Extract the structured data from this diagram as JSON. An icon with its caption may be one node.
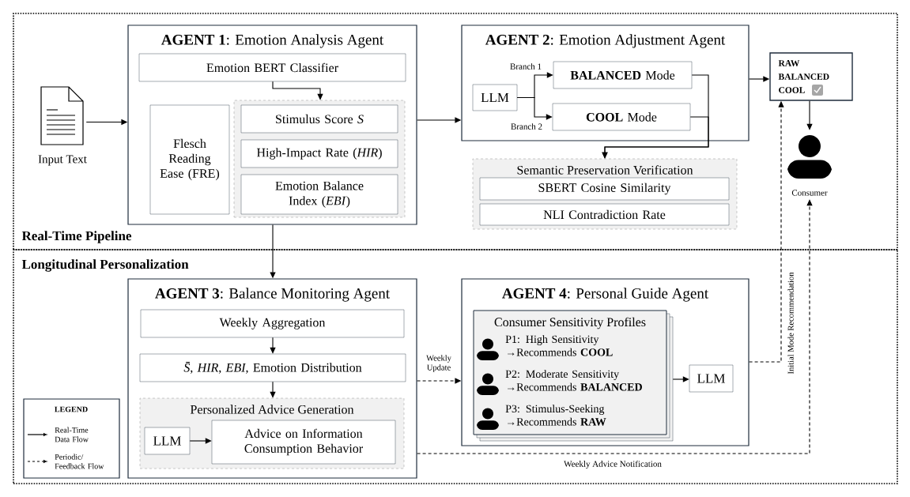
{
  "diagram": {
    "nodes": [
      {
        "text": [
          "Real-Time Pipeline"
        ]
      },
      {
        "text": [
          "Longitudinal Personalization"
        ]
      },
      {
        "text": [
          "Input Text"
        ],
        "in": 0
      },
      {
        "text": [
          "**AGENT 1**: Emotion Analysis Agent"
        ],
        "in": 0
      },
      {
        "text": [
          "Emotion BERT Classifier"
        ],
        "in": 3
      },
      {
        "text": [
          "Flesch Reading Ease (FRE)"
        ],
        "in": 3
      },
      {
        "text": [],
        "shape": "box",
        "in": 3
      },
      {
        "text": [
          "Stimulus Score *S*"
        ],
        "in": 6
      },
      {
        "text": [
          "High-Impact Rate (*HIR*)"
        ],
        "in": 6
      },
      {
        "text": [
          "Emotion Balance Index (*EBI*)"
        ],
        "in": 6
      },
      {
        "text": [
          "**AGENT 2**: Emotion Adjustment Agent"
        ],
        "in": 0
      },
      {
        "text": [
          "LLM"
        ],
        "in": 10
      },
      {
        "text": [
          "**BALANCED** Mode"
        ],
        "in": 10
      },
      {
        "text": [
          "**COOL** Mode"
        ],
        "in": 10
      },
      {
        "text": [
          "Semantic Preservation Verification"
        ],
        "in": 0
      },
      {
        "text": [
          "SBERT Cosine Similarity"
        ],
        "in": 14
      },
      {
        "text": [
          "NLI Contradiction Rate"
        ],
        "in": 14
      },
      {
        "text": [
          "RAW",
          "BALANCED",
          "COOL"
        ],
        "in": 0
      },
      {
        "text": [
          "Consumer"
        ],
        "in": 0
      },
      {
        "text": [
          "**AGENT 3**: Balance Monitoring Agent"
        ],
        "in": 1
      },
      {
        "text": [
          "Weekly Aggregation"
        ],
        "in": 19
      },
      {
        "text": [
          "*S̄*, *HIR*, *EBI*, Emotion Distribution"
        ],
        "in": 19
      },
      {
        "text": [
          "Personalized Advice Generation"
        ],
        "in": 19
      },
      {
        "text": [
          "LLM"
        ],
        "in": 22
      },
      {
        "text": [
          "Advice on Information Consumption Behavior"
        ],
        "in": 22
      },
      {
        "text": [
          "**AGENT 4**: Personal Guide Agent"
        ],
        "in": 1
      },
      {
        "text": [
          "Consumer Sensitivity Profiles",
          "P1: High Sensitivity →Recommends **COOL**",
          "P2: Moderate Sensitivity →Recommends **BALANCED**",
          "P3: Stimulus-Seeking →Recommends **RAW**"
        ],
        "in": 25
      },
      {
        "text": [
          "LLM"
        ],
        "in": 25
      }
    ],
    "edges": [
      {
        "from": 2,
        "to": 3,
        "arrow": "to"
      },
      {
        "from": 4,
        "to": 6,
        "arrow": "to"
      },
      {
        "from": 3,
        "to": 10,
        "arrow": "to"
      },
      {
        "from": 11,
        "to": 12,
        "arrow": "to",
        "label": "Branch 1"
      },
      {
        "from": 11,
        "to": 13,
        "arrow": "to",
        "label": "Branch 2"
      },
      {
        "from": 12,
        "to": 14,
        "arrow": "to"
      },
      {
        "from": 13,
        "to": 14,
        "arrow": "to"
      },
      {
        "from": 10,
        "to": 17,
        "arrow": "to"
      },
      {
        "from": 17,
        "to": 18,
        "arrow": "to"
      },
      {
        "from": 3,
        "to": 19,
        "arrow": "to"
      },
      {
        "from": 20,
        "to": 21,
        "arrow": "to"
      },
      {
        "from": 21,
        "to": 22,
        "arrow": "to"
      },
      {
        "from": 23,
        "to": 24,
        "arrow": "to"
      },
      {
        "from": 19,
        "to": 25,
        "arrow": "to",
        "style": "dashed",
        "label": "Weekly Update"
      },
      {
        "from": 26,
        "to": 27,
        "arrow": "to"
      },
      {
        "from": 25,
        "to": 17,
        "arrow": "to",
        "style": "dashed",
        "label": "Initial Mode Recommendation"
      },
      {
        "from": 19,
        "to": 18,
        "arrow": "to",
        "style": "dashed",
        "label": "Weekly Advice Notification"
      }
    ],
    "labels": [
      "LEGEND"
    ],
    "legend": [
      {
        "text": "Real-Time Data Flow"
      },
      {
        "text": "Periodic/ Feedback Flow"
      }
    ]
  }
}
